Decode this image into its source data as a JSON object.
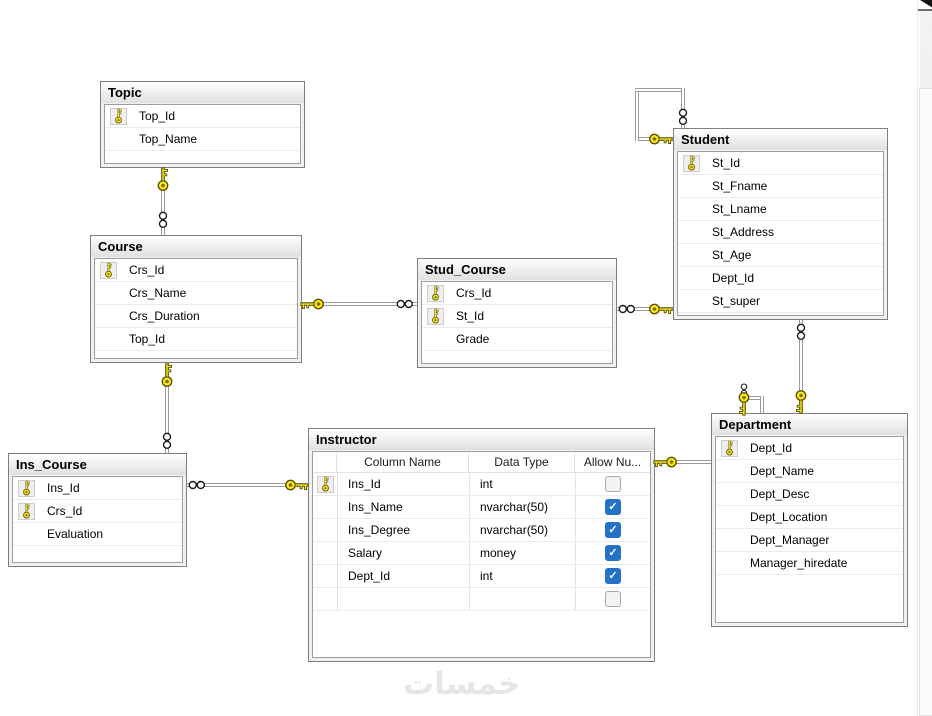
{
  "watermark": "خمسات",
  "colors": {
    "key_yellow": "#ffe81a",
    "check_blue": "#2372c8",
    "line_gray": "#9b9b9b",
    "title_gradient_top": "#ffffff",
    "title_gradient_bottom": "#e0e0e0"
  },
  "tables": {
    "topic": {
      "title": "Topic",
      "columns": [
        {
          "label": "Top_Id",
          "key": true
        },
        {
          "label": "Top_Name",
          "key": false
        }
      ]
    },
    "course": {
      "title": "Course",
      "columns": [
        {
          "label": "Crs_Id",
          "key": true
        },
        {
          "label": "Crs_Name",
          "key": false
        },
        {
          "label": "Crs_Duration",
          "key": false
        },
        {
          "label": "Top_Id",
          "key": false
        }
      ]
    },
    "student": {
      "title": "Student",
      "columns": [
        {
          "label": "St_Id",
          "key": true
        },
        {
          "label": "St_Fname",
          "key": false
        },
        {
          "label": "St_Lname",
          "key": false
        },
        {
          "label": "St_Address",
          "key": false
        },
        {
          "label": "St_Age",
          "key": false
        },
        {
          "label": "Dept_Id",
          "key": false
        },
        {
          "label": "St_super",
          "key": false
        }
      ]
    },
    "stud_course": {
      "title": "Stud_Course",
      "columns": [
        {
          "label": "Crs_Id",
          "key": true
        },
        {
          "label": "St_Id",
          "key": true
        },
        {
          "label": "Grade",
          "key": false
        }
      ]
    },
    "ins_course": {
      "title": "Ins_Course",
      "columns": [
        {
          "label": "Ins_Id",
          "key": true
        },
        {
          "label": "Crs_Id",
          "key": true
        },
        {
          "label": "Evaluation",
          "key": false
        }
      ]
    },
    "department": {
      "title": "Department",
      "columns": [
        {
          "label": "Dept_Id",
          "key": true
        },
        {
          "label": "Dept_Name",
          "key": false
        },
        {
          "label": "Dept_Desc",
          "key": false
        },
        {
          "label": "Dept_Location",
          "key": false
        },
        {
          "label": "Dept_Manager",
          "key": false
        },
        {
          "label": "Manager_hiredate",
          "key": false
        }
      ]
    },
    "instructor": {
      "title": "Instructor",
      "grid_headers": {
        "column_name": "Column Name",
        "data_type": "Data Type",
        "allow_nulls": "Allow Nu..."
      },
      "rows": [
        {
          "key": true,
          "column": "Ins_Id",
          "type": "int",
          "allow_null": false
        },
        {
          "key": false,
          "column": "Ins_Name",
          "type": "nvarchar(50)",
          "allow_null": true
        },
        {
          "key": false,
          "column": "Ins_Degree",
          "type": "nvarchar(50)",
          "allow_null": true
        },
        {
          "key": false,
          "column": "Salary",
          "type": "money",
          "allow_null": true
        },
        {
          "key": false,
          "column": "Dept_Id",
          "type": "int",
          "allow_null": true
        },
        {
          "key": false,
          "column": "",
          "type": "",
          "allow_null": false
        }
      ]
    }
  },
  "relationships": [
    {
      "key_end": "Topic",
      "infinity_end": "Course"
    },
    {
      "key_end": "Course",
      "infinity_end": "Stud_Course"
    },
    {
      "key_end": "Student",
      "infinity_end": "Stud_Course"
    },
    {
      "key_end": "Student",
      "infinity_end": "Student"
    },
    {
      "key_end": "Course",
      "infinity_end": "Ins_Course"
    },
    {
      "key_end": "Instructor",
      "infinity_end": "Ins_Course"
    },
    {
      "key_end": "Instructor",
      "infinity_end": "Department"
    },
    {
      "key_end": "Department",
      "infinity_end": "Student"
    },
    {
      "key_end": "Department",
      "infinity_end": "Department"
    }
  ]
}
